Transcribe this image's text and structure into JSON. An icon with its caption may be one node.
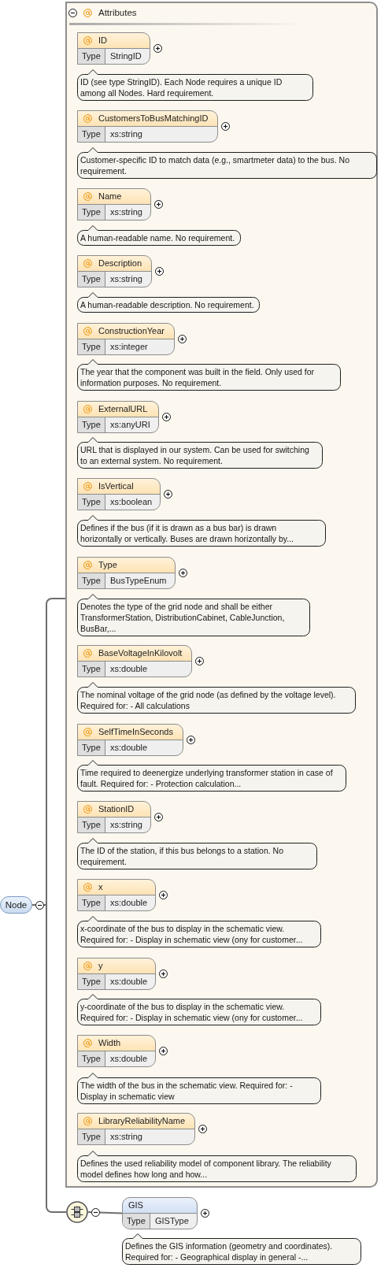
{
  "diagram": {
    "nodes": [
      {
        "text": [
          "Node"
        ]
      },
      {
        "text": [
          "Attributes"
        ]
      },
      {
        "text": [
          "ID",
          "Type",
          "StringID"
        ],
        "in": 1
      },
      {
        "text": [
          "ID (see type StringID). Each Node requires a unique ID among all Nodes. Hard requirement."
        ],
        "in": 1
      },
      {
        "text": [
          "CustomersToBusMatchingID",
          "Type",
          "xs:string"
        ],
        "in": 1
      },
      {
        "text": [
          "Customer-specific ID to match data (e.g., smartmeter data) to the bus. No requirement."
        ],
        "in": 1
      },
      {
        "text": [
          "Name",
          "Type",
          "xs:string"
        ],
        "in": 1
      },
      {
        "text": [
          "A human-readable name. No requirement."
        ],
        "in": 1
      },
      {
        "text": [
          "Description",
          "Type",
          "xs:string"
        ],
        "in": 1
      },
      {
        "text": [
          "A human-readable description. No requirement."
        ],
        "in": 1
      },
      {
        "text": [
          "ConstructionYear",
          "Type",
          "xs:integer"
        ],
        "in": 1
      },
      {
        "text": [
          "The year that the component was built in the field. Only used for information purposes. No requirement."
        ],
        "in": 1
      },
      {
        "text": [
          "ExternalURL",
          "Type",
          "xs:anyURI"
        ],
        "in": 1
      },
      {
        "text": [
          "URL that is displayed in our system. Can be used for switching to an external system. No requirement."
        ],
        "in": 1
      },
      {
        "text": [
          "IsVertical",
          "Type",
          "xs:boolean"
        ],
        "in": 1
      },
      {
        "text": [
          "Defines if the bus (if it is drawn as a bus bar) is drawn horizontally or vertically. Buses are drawn horizontally by..."
        ],
        "in": 1
      },
      {
        "text": [
          "Type",
          "Type",
          "BusTypeEnum"
        ],
        "in": 1
      },
      {
        "text": [
          "Denotes the type of the grid node and shall be either TransformerStation, DistributionCabinet, CableJunction, BusBar,..."
        ],
        "in": 1
      },
      {
        "text": [
          "BaseVoltageInKilovolt",
          "Type",
          "xs:double"
        ],
        "in": 1
      },
      {
        "text": [
          "The nominal voltage of the grid node (as defined by the voltage level). Required for: - All calculations"
        ],
        "in": 1
      },
      {
        "text": [
          "SelfTimeInSeconds",
          "Type",
          "xs:double"
        ],
        "in": 1
      },
      {
        "text": [
          "Time required to deenergize underlying transformer station in case of fault. Required for: - Protection calculation..."
        ],
        "in": 1
      },
      {
        "text": [
          "StationID",
          "Type",
          "xs:string"
        ],
        "in": 1
      },
      {
        "text": [
          "The ID of the station, if this bus belongs to a station. No requirement."
        ],
        "in": 1
      },
      {
        "text": [
          "x",
          "Type",
          "xs:double"
        ],
        "in": 1
      },
      {
        "text": [
          "x-coordinate of the bus to display in the schematic view. Required for: - Display in schematic view (ony for customer..."
        ],
        "in": 1
      },
      {
        "text": [
          "y",
          "Type",
          "xs:double"
        ],
        "in": 1
      },
      {
        "text": [
          "y-coordinate of the bus to display in the schematic view. Required for: - Display in schematic view (ony for customer..."
        ],
        "in": 1
      },
      {
        "text": [
          "Width",
          "Type",
          "xs:double"
        ],
        "in": 1
      },
      {
        "text": [
          "The width of the bus in the schematic view. Required for: - Display in schematic view"
        ],
        "in": 1
      },
      {
        "text": [
          "LibraryReliabilityName",
          "Type",
          "xs:string"
        ],
        "in": 1
      },
      {
        "text": [
          "Defines the used reliability model of component library. The reliability model defines how long and how..."
        ],
        "in": 1
      },
      {
        "text": [],
        "shape": "circle"
      },
      {
        "text": [
          "GIS",
          "Type",
          "GISType"
        ]
      },
      {
        "text": [
          "Defines the GIS information (geometry and coordinates). Required for: - Geographical display in general -..."
        ]
      }
    ],
    "edges": [
      {
        "from": 0,
        "to": 1,
        "arrow": "none"
      },
      {
        "from": 0,
        "to": 32,
        "arrow": "none"
      },
      {
        "from": 32,
        "to": 33,
        "arrow": "none"
      }
    ]
  }
}
